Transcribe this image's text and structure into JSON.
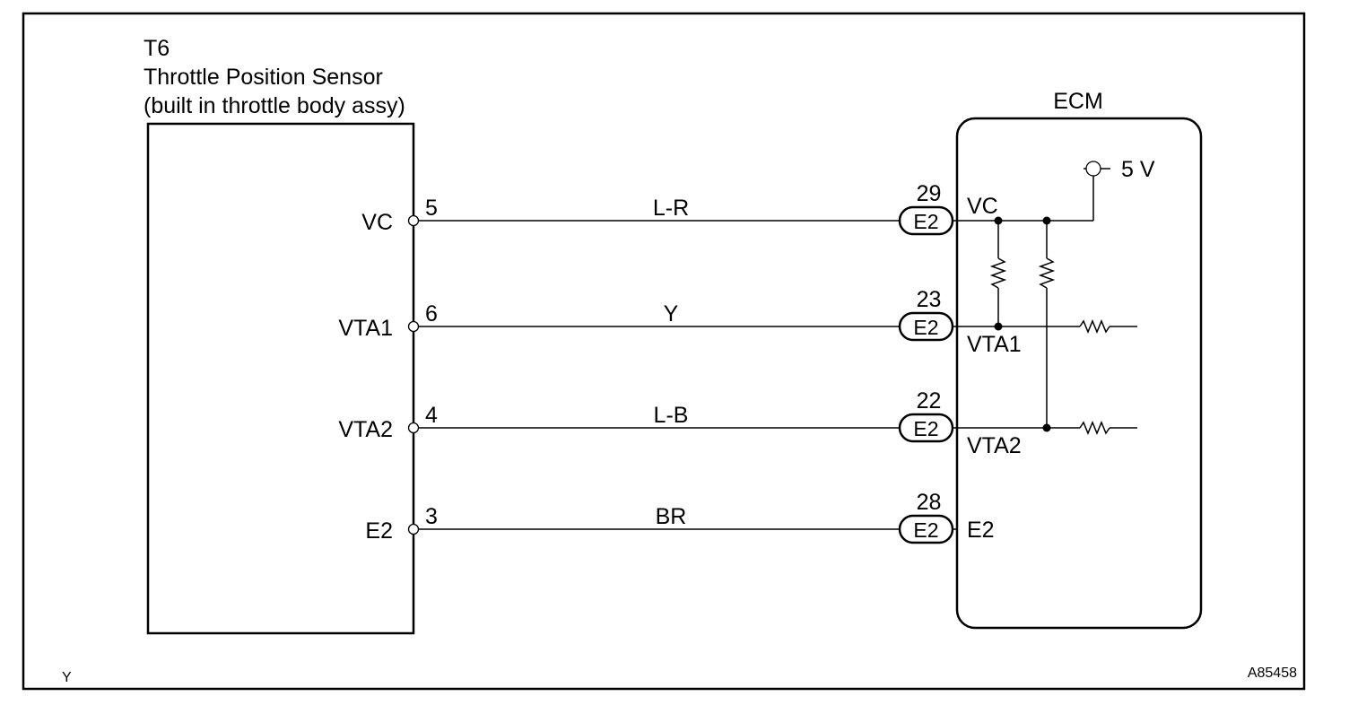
{
  "sensor": {
    "code": "T6",
    "name": "Throttle Position Sensor",
    "note": "(built in throttle body assy)"
  },
  "ecm": {
    "title": "ECM",
    "supply": "5 V"
  },
  "connections": [
    {
      "sensor_terminal": "VC",
      "sensor_pin": "5",
      "wire_color": "L-R",
      "ecm_pin": "29",
      "connector": "E2",
      "ecm_terminal": "VC"
    },
    {
      "sensor_terminal": "VTA1",
      "sensor_pin": "6",
      "wire_color": "Y",
      "ecm_pin": "23",
      "connector": "E2",
      "ecm_terminal": "VTA1"
    },
    {
      "sensor_terminal": "VTA2",
      "sensor_pin": "4",
      "wire_color": "L-B",
      "ecm_pin": "22",
      "connector": "E2",
      "ecm_terminal": "VTA2"
    },
    {
      "sensor_terminal": "E2",
      "sensor_pin": "3",
      "wire_color": "BR",
      "ecm_pin": "28",
      "connector": "E2",
      "ecm_terminal": "E2"
    }
  ],
  "footer": {
    "left_mark": "Y",
    "figure_id": "A85458"
  }
}
